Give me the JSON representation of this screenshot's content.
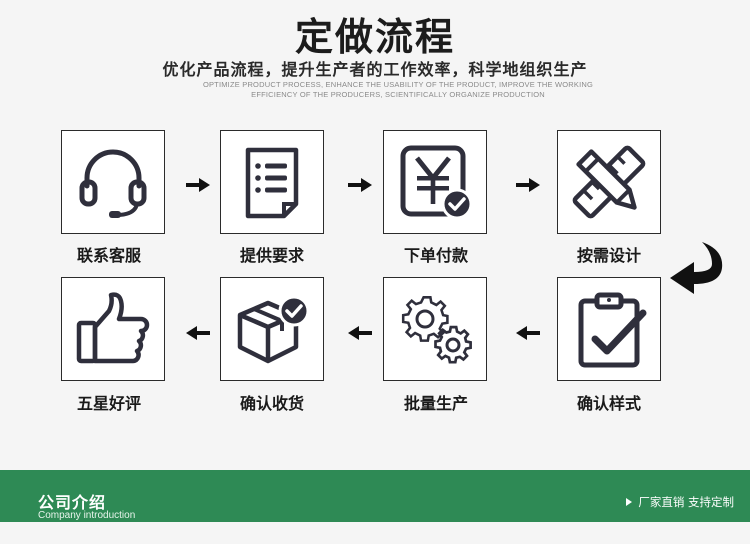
{
  "header": {
    "title": "定做流程",
    "subtitle": "优化产品流程，提升生产者的工作效率，科学地组织生产",
    "subtitle_en": "OPTIMIZE PRODUCT PROCESS, ENHANCE THE USABILITY OF THE PRODUCT, IMPROVE THE WORKING EFFICIENCY OF THE PRODUCERS, SCIENTIFICALLY ORGANIZE PRODUCTION"
  },
  "steps": [
    {
      "label": "联系客服",
      "icon": "headset-icon"
    },
    {
      "label": "提供要求",
      "icon": "document-list-icon"
    },
    {
      "label": "下单付款",
      "icon": "yuan-payment-icon"
    },
    {
      "label": "按需设计",
      "icon": "ruler-pencil-icon"
    },
    {
      "label": "确认样式",
      "icon": "clipboard-check-icon"
    },
    {
      "label": "批量生产",
      "icon": "gears-icon"
    },
    {
      "label": "确认收货",
      "icon": "box-check-icon"
    },
    {
      "label": "五星好评",
      "icon": "thumbs-up-icon"
    }
  ],
  "footer": {
    "title": "公司介绍",
    "subtitle": "Company introduction",
    "tagline": "厂家直销 支持定制"
  },
  "colors": {
    "accent_green": "#2e8a55",
    "icon_dark": "#2f2f3c"
  }
}
